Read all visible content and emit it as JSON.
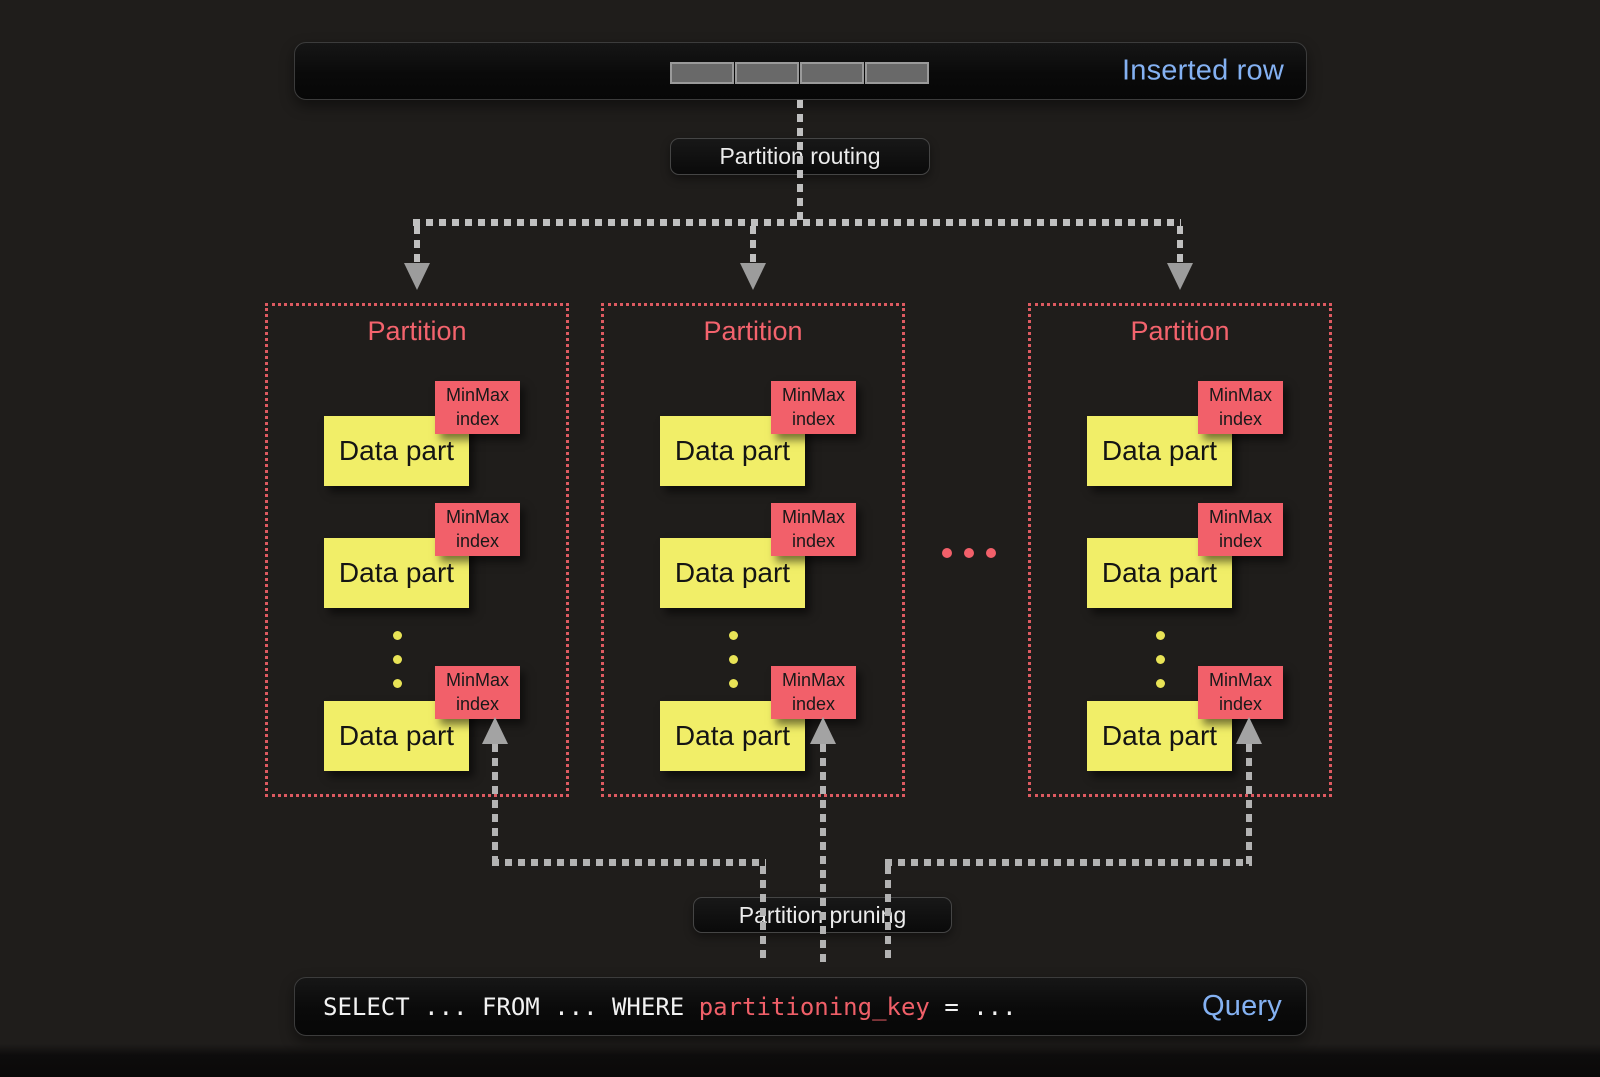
{
  "inserted_row_bar": {
    "label": "Inserted row"
  },
  "labels": {
    "routing": "Partition routing",
    "pruning": "Partition pruning"
  },
  "partitions": [
    {
      "title": "Partition",
      "data_parts": [
        {
          "label": "Data part",
          "index_label": "MinMax index"
        },
        {
          "label": "Data part",
          "index_label": "MinMax index"
        },
        {
          "label": "Data part",
          "index_label": "MinMax index"
        }
      ]
    },
    {
      "title": "Partition",
      "data_parts": [
        {
          "label": "Data part",
          "index_label": "MinMax index"
        },
        {
          "label": "Data part",
          "index_label": "MinMax index"
        },
        {
          "label": "Data part",
          "index_label": "MinMax index"
        }
      ]
    },
    {
      "title": "Partition",
      "data_parts": [
        {
          "label": "Data part",
          "index_label": "MinMax index"
        },
        {
          "label": "Data part",
          "index_label": "MinMax index"
        },
        {
          "label": "Data part",
          "index_label": "MinMax index"
        }
      ]
    }
  ],
  "query_bar": {
    "code_prefix": "SELECT ... FROM ... WHERE ",
    "code_key": "partitioning_key",
    "code_suffix": " = ...",
    "label": "Query"
  },
  "decor": {
    "inserted_row_cell_count": 4,
    "yellow_dots_per_partition": 3,
    "red_ellipsis_dot_count": 3
  },
  "colors": {
    "accent_blue": "#84b1f2",
    "accent_red": "#f2606a",
    "data_part_yellow": "#f1ee68",
    "arrow_gray": "#c0c0c0",
    "background": "#1f1d1b"
  }
}
